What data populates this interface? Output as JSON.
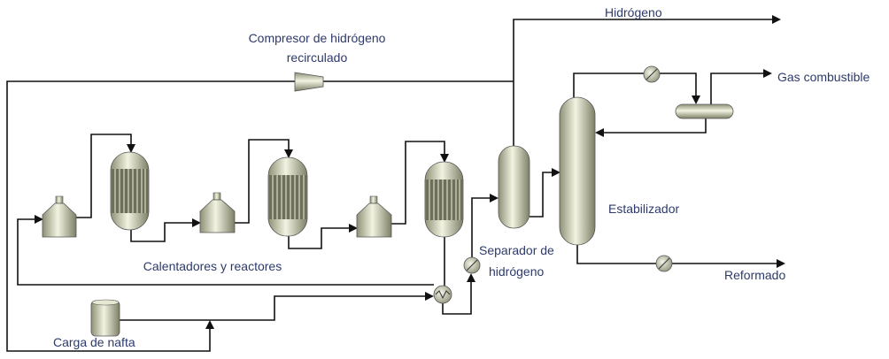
{
  "labels": {
    "hydrogen": "Hidrógeno",
    "compressor_line1": "Compresor de hidrógeno",
    "compressor_line2": "recirculado",
    "fuel_gas": "Gas combustible",
    "heaters_reactors": "Calentadores y reactores",
    "stabilizer": "Estabilizador",
    "separator_line1": "Separador de",
    "separator_line2": "hidrógeno",
    "reformate": "Reformado",
    "naphtha_feed": "Carga de nafta"
  },
  "colors": {
    "text": "#2d3a6b",
    "equipment_light": "#eef0dc",
    "equipment_dark": "#8e9076",
    "line": "#111111"
  }
}
